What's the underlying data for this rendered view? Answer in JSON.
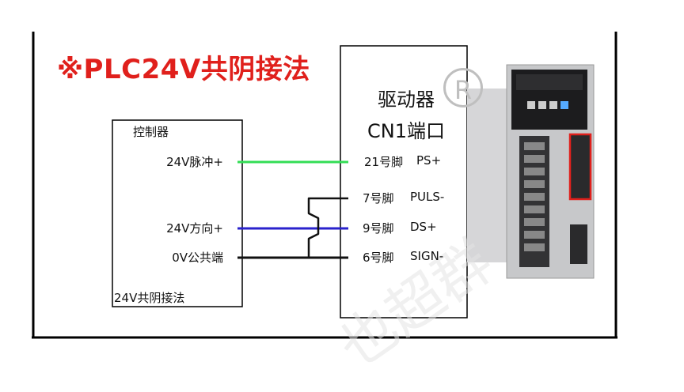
{
  "title": "※PLC24V共阴接法",
  "controller": {
    "title": "控制器",
    "footer": "24V共阴接法",
    "pins": [
      "24V脉冲+",
      "24V方向+",
      "0V公共端"
    ]
  },
  "driver": {
    "title_line1": "驱动器",
    "title_line2": "CN1端口",
    "registered_mark": "R",
    "pins": [
      {
        "num": "21号脚",
        "name": "PS+"
      },
      {
        "num": "7号脚",
        "name": "PULS-"
      },
      {
        "num": "9号脚",
        "name": "DS+"
      },
      {
        "num": "6号脚",
        "name": "SIGN-"
      }
    ]
  },
  "colors": {
    "title": "#e0201c",
    "pulse_wire": "#33dd55",
    "direction_wire": "#2a22cc",
    "common_wire": "#111111"
  },
  "watermark_text": "也超群"
}
